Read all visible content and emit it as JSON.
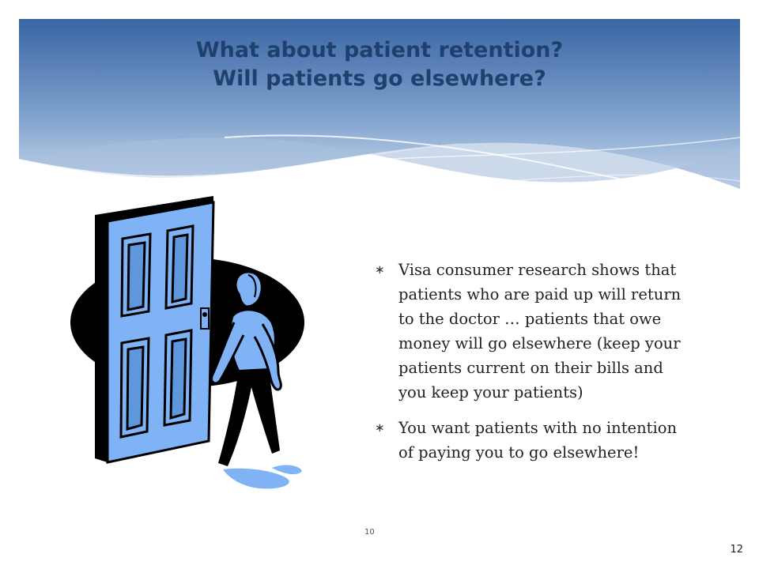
{
  "slide": {
    "title_line1": "What about patient retention?",
    "title_line2": "Will patients go elsewhere?",
    "bullets": [
      "Visa consumer research shows that patients who are paid up will return to the doctor … patients that owe money will go elsewhere (keep your patients current on their bills and you keep your patients)",
      "You want patients with no intention of paying  you to go elsewhere!"
    ],
    "bullet_glyph": "∗",
    "footnote": "10",
    "page_number": "12",
    "illustration": "person-walking-through-door-clipart"
  },
  "colors": {
    "header_top": "#3f6aa8",
    "header_bottom": "#c7d7ea",
    "title": "#1f3f6e",
    "door": "#7fb3f5",
    "text": "#222222"
  }
}
